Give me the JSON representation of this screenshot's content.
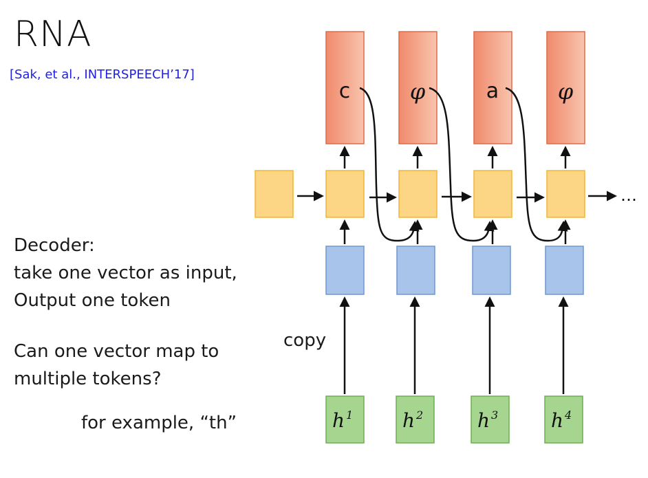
{
  "slide": {
    "title": "RNA",
    "citation": "[Sak, et al., INTERSPEECH’17]",
    "decoder_lines": [
      "Decoder:",
      "take one vector as input,",
      "Output one token"
    ],
    "question_lines": [
      "Can one vector map to",
      "multiple tokens?"
    ],
    "example": "for example, “th”"
  },
  "diagram": {
    "copy_label": "copy",
    "outputs": [
      "c",
      "φ",
      "a",
      "φ"
    ],
    "encoder_inputs": [
      {
        "base": "h",
        "sup": "1"
      },
      {
        "base": "h",
        "sup": "2"
      },
      {
        "base": "h",
        "sup": "3"
      },
      {
        "base": "h",
        "sup": "4"
      }
    ],
    "trailing": "…",
    "colors": {
      "output_fill_left": "#f08a6c",
      "output_fill_right": "#f8c4ae",
      "output_stroke": "#e06a48",
      "state_fill": "#fcd585",
      "state_stroke": "#f0b53a",
      "vector_fill": "#a8c4ea",
      "vector_stroke": "#6f97d0",
      "input_fill": "#a6d58f",
      "input_stroke": "#6daf55"
    }
  }
}
